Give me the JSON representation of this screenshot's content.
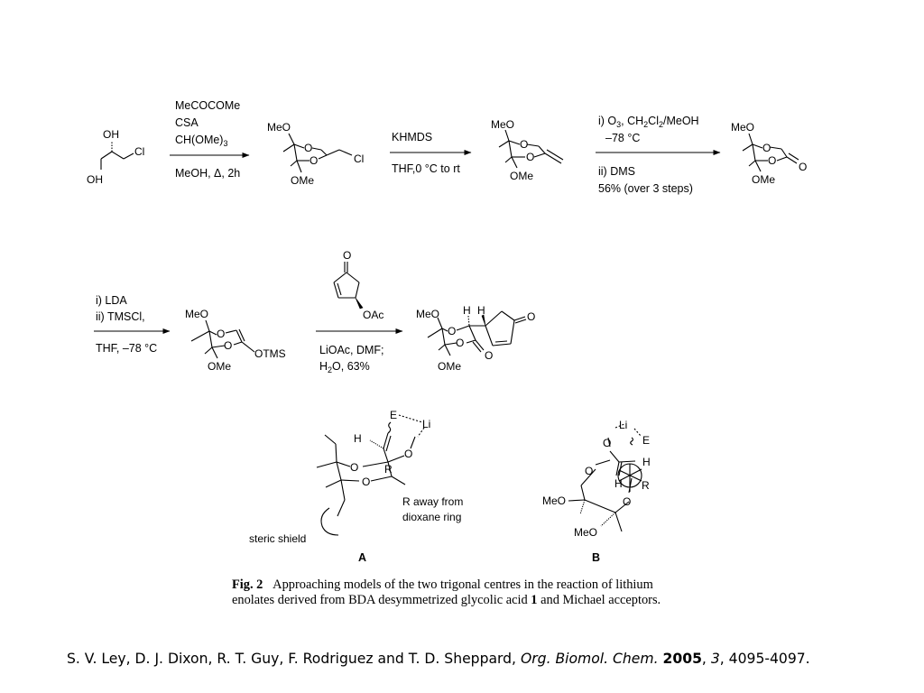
{
  "scheme_row1": {
    "diol": {
      "oh_top": "OH",
      "oh_bottom": "OH",
      "cl": "Cl"
    },
    "step1": {
      "reagent1": "MeCOCOMe",
      "reagent2": "CSA",
      "reagent3": "CH(OMe)",
      "reagent3_sub": "3",
      "conditions": "MeOH, Δ, 2h"
    },
    "intermediate1": {
      "meo": "MeO",
      "o1": "O",
      "o2": "O",
      "cl": "Cl",
      "ome": "OMe"
    },
    "step2": {
      "reagent": "KHMDS",
      "conditions": "THF,0 °C to rt"
    },
    "intermediate2": {
      "meo": "MeO",
      "o1": "O",
      "o2": "O",
      "ome": "OMe"
    },
    "step3": {
      "line1_a": "i) O",
      "line1_sub1": "3",
      "line1_b": ", CH",
      "line1_sub2": "2",
      "line1_c": "Cl",
      "line1_sub3": "2",
      "line1_d": "/MeOH",
      "line2": "–78 °C",
      "line3": "ii) DMS",
      "line4": "56% (over 3 steps)"
    },
    "product1": {
      "meo": "MeO",
      "o1": "O",
      "o2": "O",
      "o_carbonyl": "O",
      "ome": "OMe"
    }
  },
  "scheme_row2": {
    "step4": {
      "line1": "i) LDA",
      "line2": "ii) TMSCl,",
      "conditions": "THF, –78 °C"
    },
    "enolate": {
      "meo": "MeO",
      "o1": "O",
      "o2": "O",
      "otms": "OTMS",
      "ome": "OMe"
    },
    "enone": {
      "o": "O",
      "oac": "OAc"
    },
    "step5": {
      "line1": "LiOAc, DMF;",
      "line2_a": "H",
      "line2_sub": "2",
      "line2_b": "O, 63%"
    },
    "product2": {
      "meo": "MeO",
      "h1": "H",
      "h2": "H",
      "o_ring1": "O",
      "o_ring2": "O",
      "o_carbonyl": "O",
      "o_ketone": "O",
      "ome": "OMe"
    }
  },
  "models": {
    "A": {
      "label": "A",
      "e": "E",
      "li": "Li",
      "h": "H",
      "o_top": "O",
      "o1": "O",
      "o2": "O",
      "r": "R",
      "note_line1": "R away from",
      "note_line2": "dioxane ring",
      "steric": "steric shield"
    },
    "B": {
      "label": "B",
      "li": "Li",
      "e": "E",
      "o_top": "O",
      "o_ring": "O",
      "o_ring2": "O",
      "h1": "H",
      "h2": "H",
      "r": "R",
      "meo1": "MeO",
      "meo2": "MeO"
    }
  },
  "caption": {
    "fig": "Fig. 2",
    "text": "Approaching models of the two trigonal centres in the reaction of lithium enolates derived from BDA desymmetrized glycolic acid",
    "compound": "1",
    "tail": "and Michael acceptors."
  },
  "citation": {
    "authors": "S. V. Ley, D. J. Dixon, R. T. Guy, F. Rodriguez and T. D. Sheppard, ",
    "journal": "Org. Biomol. Chem.",
    "year": "2005",
    "volume": "3",
    "pages": ", 4095-4097."
  }
}
